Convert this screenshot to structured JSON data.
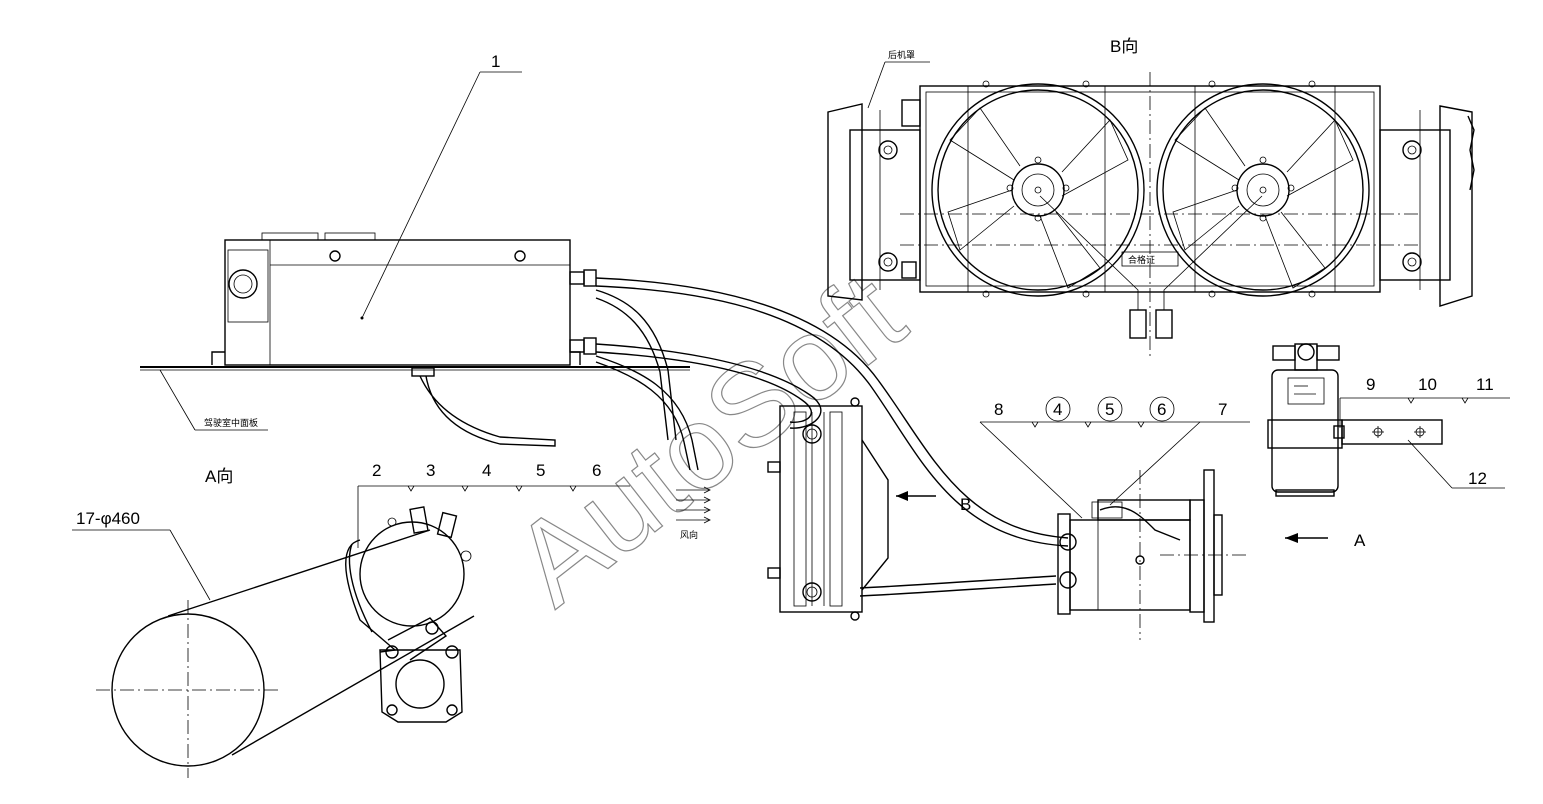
{
  "labels": {
    "part_1": "1",
    "part_2": "2",
    "part_3": "3",
    "part_4": "4",
    "part_5": "5",
    "part_6": "6",
    "part_7": "7",
    "part_8": "8",
    "part_9": "9",
    "part_10": "10",
    "part_11": "11",
    "part_12": "12",
    "circ_4": "4",
    "circ_5": "5",
    "circ_6": "6",
    "view_a": "A向",
    "view_b": "B向",
    "arrow_a": "A",
    "arrow_b": "B",
    "pulley_spec": "17-φ460",
    "rear_hood": "后机罩",
    "cab_panel": "驾驶室中面板",
    "wind_dir": "风向",
    "fan_plate": "合格证"
  },
  "watermark": "AutoSoft"
}
